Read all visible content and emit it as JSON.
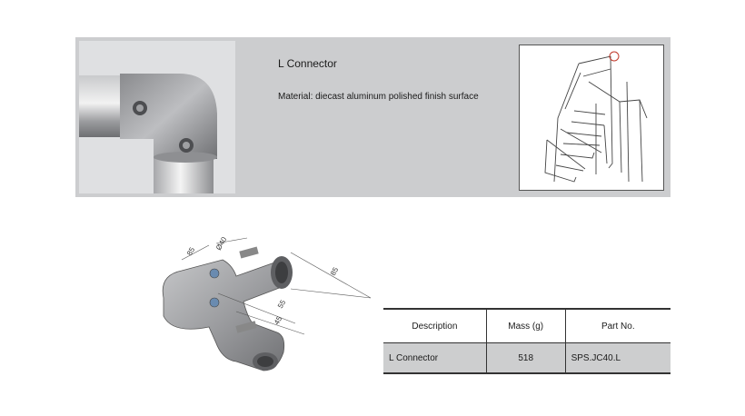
{
  "product": {
    "title": "L Connector",
    "material": "Material: diecast aluminum  polished finish surface"
  },
  "drawing": {
    "dimensions": [
      "85",
      "Ø40",
      "85",
      "55",
      "45"
    ]
  },
  "spec_table": {
    "headers": [
      "Description",
      "Mass (g)",
      "Part No."
    ],
    "rows": [
      [
        "L Connector",
        "518",
        "SPS.JC40.L"
      ]
    ]
  },
  "colors": {
    "banner": "#cccdcf",
    "table_row": "#cdcecf",
    "accent": "#c0392b"
  }
}
